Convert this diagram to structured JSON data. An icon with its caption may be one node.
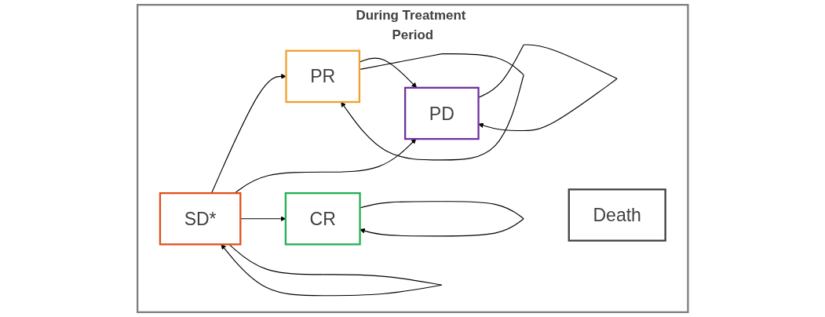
{
  "diagram": {
    "nodes": [
      {
        "text": [
          "During Treatment Period"
        ]
      },
      {
        "text": [
          "SD*"
        ],
        "in": 0
      },
      {
        "text": [
          "PR"
        ],
        "in": 0
      },
      {
        "text": [
          "CR"
        ],
        "in": 0
      },
      {
        "text": [
          "PD"
        ],
        "in": 0
      },
      {
        "text": [
          "Death"
        ],
        "in": 0
      }
    ],
    "edges": [
      {
        "from": 1,
        "to": 2,
        "arrow": "to"
      },
      {
        "from": 1,
        "to": 4,
        "arrow": "to"
      },
      {
        "from": 1,
        "to": 3,
        "arrow": "to"
      },
      {
        "from": 2,
        "to": 4,
        "arrow": "to"
      },
      {
        "from": 2,
        "to": 2,
        "arrow": "to"
      },
      {
        "from": 1,
        "to": 1,
        "arrow": "to"
      },
      {
        "from": 4,
        "to": 4,
        "arrow": "to"
      },
      {
        "from": 3,
        "to": 3,
        "arrow": "to"
      }
    ]
  }
}
